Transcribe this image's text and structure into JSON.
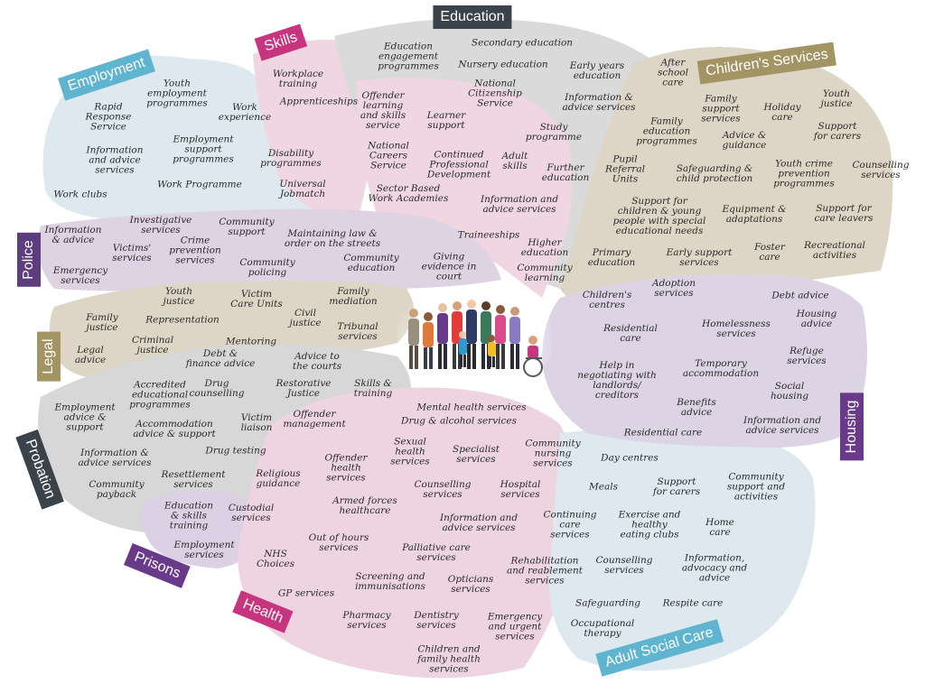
{
  "colors": {
    "employment": "#dde9ef",
    "skills": "#efd6e1",
    "education": "#dadadb",
    "children": "#ddd6c6",
    "police": "#ddd3e3",
    "legal": "#ddd6c6",
    "probation": "#d7d7d7",
    "prisons": "#dcd1e4",
    "health": "#eed4e1",
    "adult": "#dde9ef",
    "housing": "#dcd3e5",
    "label_employment": "#5fb4d0",
    "label_skills": "#c8357f",
    "label_education": "#3b434a",
    "label_children": "#a39463",
    "label_police": "#5e3d7e",
    "label_legal": "#a39463",
    "label_probation": "#3b434a",
    "label_prisons": "#6a3a8a",
    "label_health": "#c8357f",
    "label_adult": "#5fb4d0",
    "label_housing": "#6a3a8a"
  },
  "sectors": {
    "employment": "Employment",
    "skills": "Skills",
    "education": "Education",
    "children": "Children's Services",
    "police": "Police",
    "legal": "Legal",
    "probation": "Probation",
    "prisons": "Prisons",
    "health": "Health",
    "adult": "Adult Social Care",
    "housing": "Housing"
  },
  "services": {
    "employment": [
      "Youth\nemployment\nprogrammes",
      "Rapid\nResponse\nService",
      "Work\nexperience",
      "Employment\nsupport\nprogrammes",
      "Information\nand advice\nservices",
      "Disability\nprogrammes",
      "Work Programme",
      "Universal\nJobmatch",
      "Work clubs"
    ],
    "skills": [
      "Workplace\ntraining",
      "Apprenticeships"
    ],
    "education": [
      "Education\nengagement\nprogrammes",
      "Secondary education",
      "Nursery education",
      "Early years\neducation",
      "National\nCitizenship\nService",
      "Offender\nlearning\nand skills\nservice",
      "Learner\nsupport",
      "Information &\nadvice services",
      "Study\nprogramme",
      "National\nCareers\nService",
      "Continued\nProfessional\nDevelopment",
      "Adult\nskills",
      "Further\neducation",
      "Sector Based\nWork Academies",
      "Information and\nadvice services",
      "Traineeships",
      "Higher\neducation",
      "Community\nlearning"
    ],
    "children": [
      "After\nschool\ncare",
      "Youth\njustice",
      "Family\nsupport\nservices",
      "Holiday\ncare",
      "Family\neducation\nprogrammes",
      "Support\nfor carers",
      "Advice &\nguidance",
      "Pupil\nReferral\nUnits",
      "Safeguarding &\nchild protection",
      "Youth crime\nprevention\nprogrammes",
      "Counselling\nservices",
      "Support for\nchildren & young\npeople with special\neducational needs",
      "Equipment &\nadaptations",
      "Support for\ncare leavers",
      "Primary\neducation",
      "Early support\nservices",
      "Foster\ncare",
      "Recreational\nactivities",
      "Adoption\nservices",
      "Children's\ncentres",
      "Residential\ncare"
    ],
    "police": [
      "Information\n& advice",
      "Investigative\nservices",
      "Community\nsupport",
      "Victims'\nservices",
      "Crime\nprevention\nservices",
      "Maintaining law &\norder on the streets",
      "Emergency\nservices",
      "Community\npolicing",
      "Community\neducation",
      "Giving\nevidence in\ncourt"
    ],
    "legal": [
      "Youth\njustice",
      "Victim\nCare Units",
      "Family\nmediation",
      "Family\njustice",
      "Representation",
      "Civil\njustice",
      "Tribunal\nservices",
      "Criminal\njustice",
      "Legal\nadvice"
    ],
    "probation": [
      "Mentoring",
      "Debt &\nfinance advice",
      "Advice to\nthe courts",
      "Accredited\neducational\nprogrammes",
      "Drug\ncounselling",
      "Restorative\nJustice",
      "Skills &\ntraining",
      "Employment\nadvice &\nsupport",
      "Accommodation\nadvice & support",
      "Victim\nliaison",
      "Offender\nmanagement",
      "Information &\nadvice services",
      "Drug testing",
      "Community\npayback",
      "Resettlement\nservices",
      "Religious\nguidance"
    ],
    "prisons": [
      "Education\n& skills\ntraining",
      "Custodial\nservices",
      "Employment\nservices"
    ],
    "health": [
      "Mental health services",
      "Drug & alcohol services",
      "Offender\nhealth\nservices",
      "Sexual\nhealth\nservices",
      "Specialist\nservices",
      "Community\nnursing\nservices",
      "Counselling\nservices",
      "Hospital\nservices",
      "Armed forces\nhealthcare",
      "Information and\nadvice services",
      "Out of hours\nservices",
      "Palliative care\nservices",
      "NHS\nChoices",
      "Screening and\nimmunisations",
      "Opticians\nservices",
      "GP services",
      "Pharmacy\nservices",
      "Dentistry\nservices",
      "Emergency\nand urgent\nservices",
      "Children and\nfamily health\nservices"
    ],
    "adult": [
      "Day centres",
      "Meals",
      "Support\nfor carers",
      "Community\nsupport and\nactivities",
      "Continuing\ncare\nservices",
      "Exercise and\nhealthy\neating clubs",
      "Home\ncare",
      "Rehabilitation\nand reablement\nservices",
      "Counselling\nservices",
      "Information,\nadvocacy and\nadvice",
      "Safeguarding",
      "Respite care",
      "Occupational\ntherapy"
    ],
    "housing": [
      "Debt advice",
      "Homelessness\nservices",
      "Housing\nadvice",
      "Temporary\naccommodation",
      "Refuge\nservices",
      "Help in\nnegotiating with\nlandlords/\ncreditors",
      "Social\nhousing",
      "Benefits\nadvice",
      "Information and\nadvice services",
      "Residential care"
    ]
  }
}
